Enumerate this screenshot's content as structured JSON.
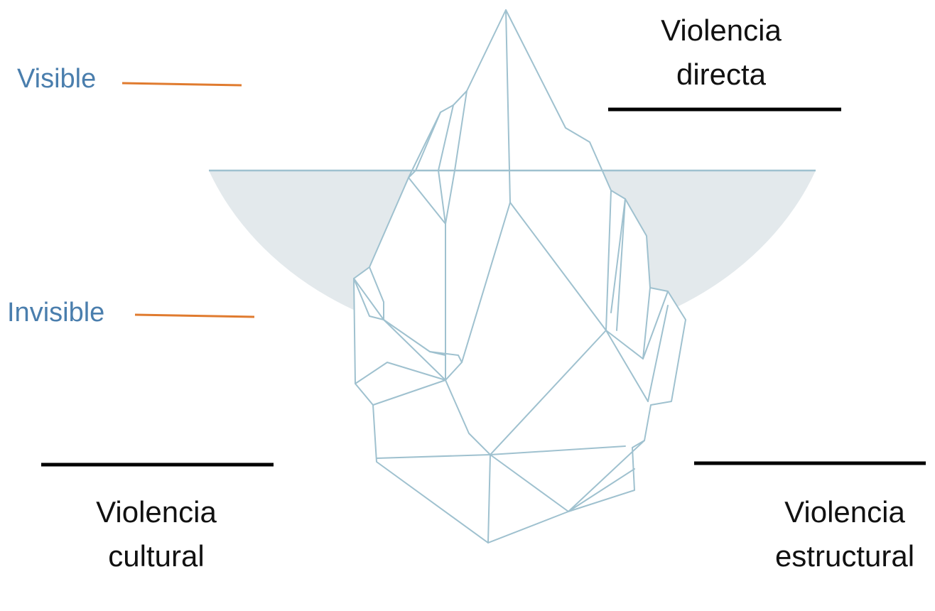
{
  "levels": {
    "visible": "Visible",
    "invisible": "Invisible"
  },
  "categories": {
    "directa": {
      "line1": "Violencia",
      "line2": "directa"
    },
    "cultural": {
      "line1": "Violencia",
      "line2": "cultural"
    },
    "estructural": {
      "line1": "Violencia",
      "line2": "estructural"
    }
  },
  "colors": {
    "level_text": "#4a7ead",
    "level_connector": "#e07b2f",
    "category_text": "#111111",
    "category_rule": "#000000",
    "water": "#e3e9ec",
    "waterline": "#9fc1cf",
    "iceberg_stroke": "#9fc1cf",
    "iceberg_fill": "#ffffff"
  }
}
